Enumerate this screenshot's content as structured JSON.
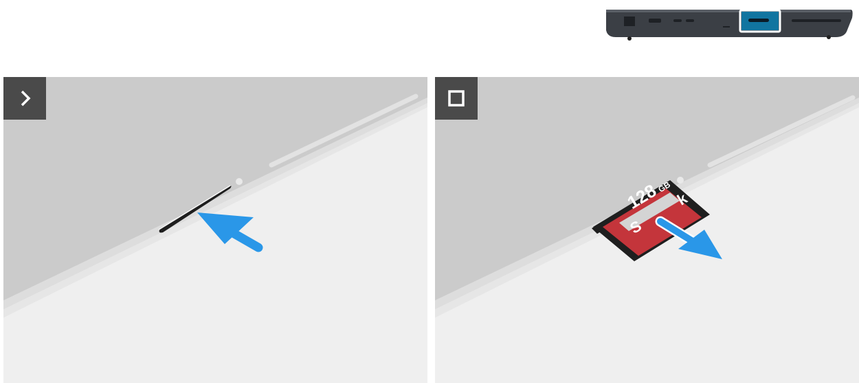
{
  "overview": {
    "highlight_color": "#0a7fb0",
    "icon": "laptop-side-ports"
  },
  "steps": [
    {
      "badge_icon": "chevron-right-icon",
      "action": "insert",
      "arrow_color": "#2a97e8"
    },
    {
      "badge_icon": "stop-square-icon",
      "action": "remove",
      "card": {
        "capacity": "128",
        "unit": "GB",
        "brand_partial": "S",
        "brand_partial_end": "k"
      },
      "arrow_color": "#2a97e8"
    }
  ]
}
